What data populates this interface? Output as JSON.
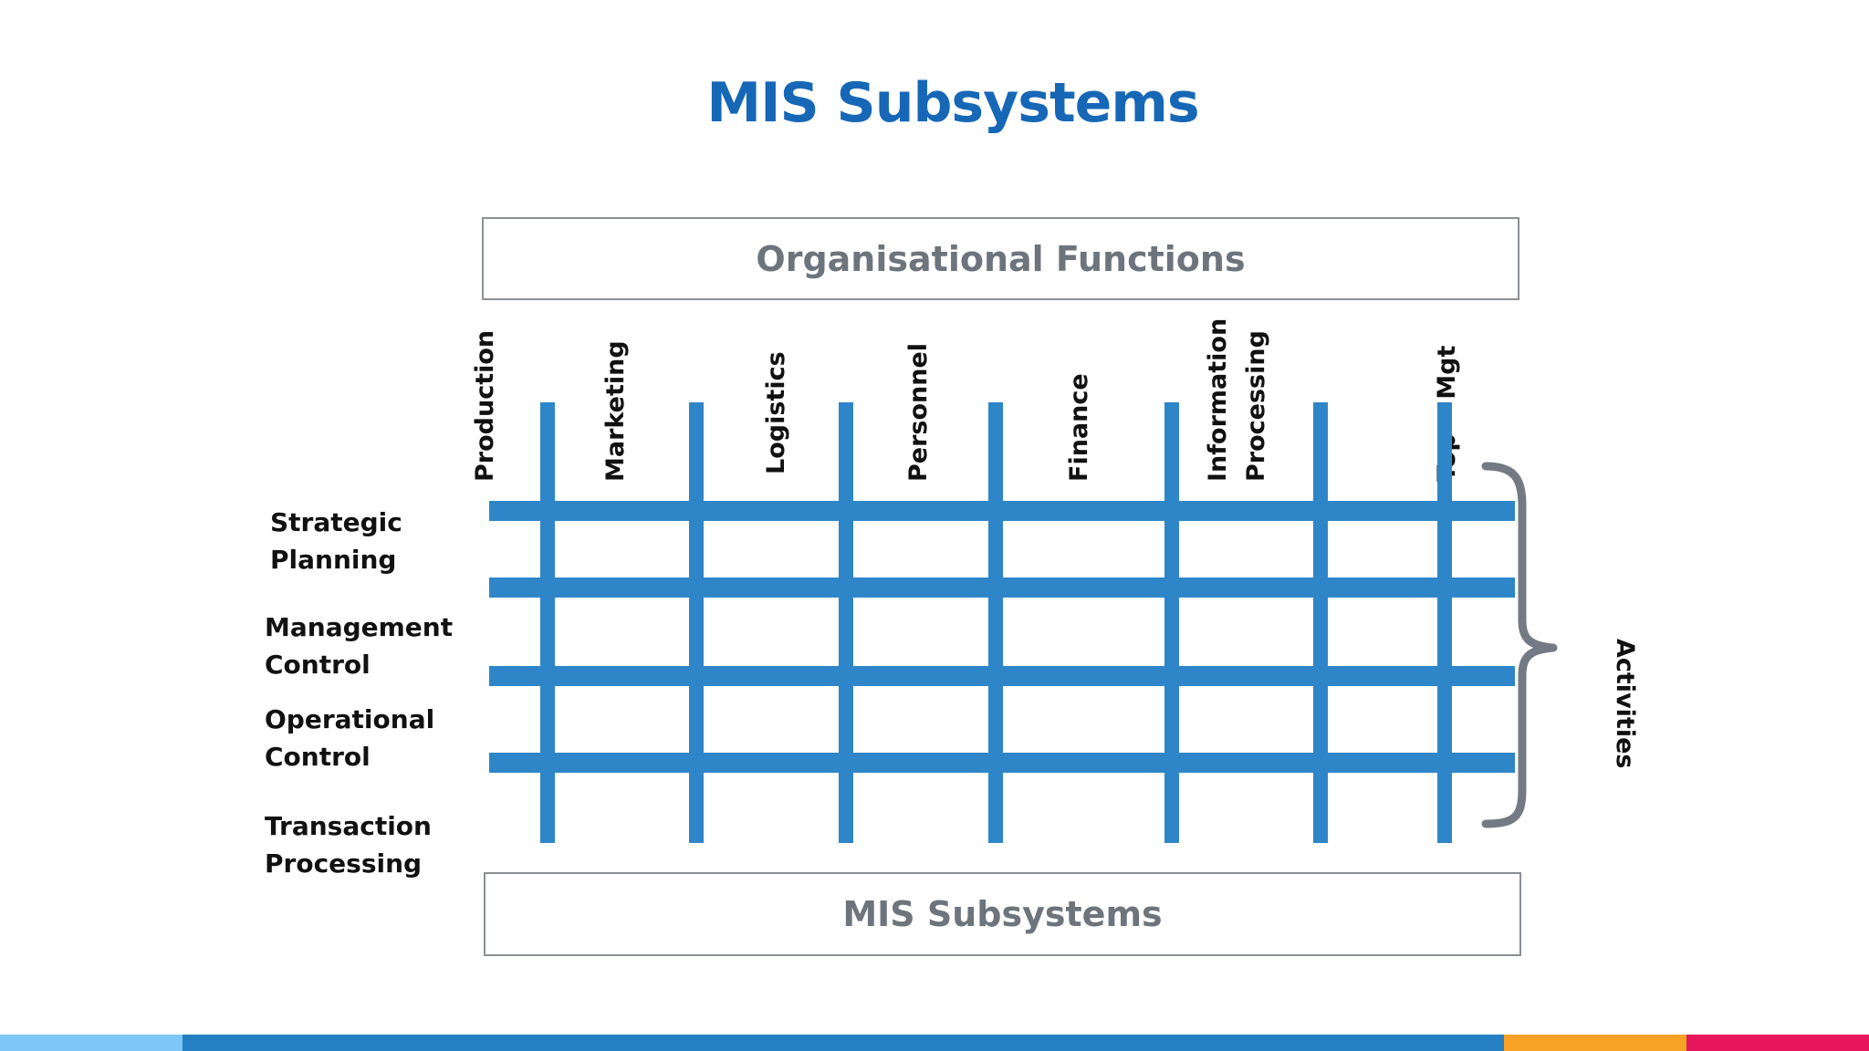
{
  "slide": {
    "title": "MIS Subsystems"
  },
  "diagram": {
    "top_box": "Organisational Functions",
    "bottom_box": "MIS Subsystems",
    "functions": [
      {
        "lines": [
          "Production"
        ]
      },
      {
        "lines": [
          "Marketing"
        ]
      },
      {
        "lines": [
          "Logistics"
        ]
      },
      {
        "lines": [
          "Personnel"
        ]
      },
      {
        "lines": [
          "Finance"
        ]
      },
      {
        "lines": [
          "Information",
          "Processing"
        ]
      },
      {
        "lines": [
          "Top    Mgt"
        ]
      }
    ],
    "activities": [
      {
        "lines": [
          "Strategic",
          "Planning"
        ]
      },
      {
        "lines": [
          "Management",
          "Control"
        ]
      },
      {
        "lines": [
          "Operational",
          "Control"
        ]
      },
      {
        "lines": [
          "Transaction",
          "Processing"
        ]
      }
    ],
    "brace_label": "Activities",
    "colors": {
      "grid": "#2e86c8",
      "brace": "#737a83",
      "box_text": "#6d747c"
    }
  },
  "footer": {
    "colors": [
      "#7dc6f5",
      "#2580c3",
      "#f7a125",
      "#e8175d"
    ]
  }
}
